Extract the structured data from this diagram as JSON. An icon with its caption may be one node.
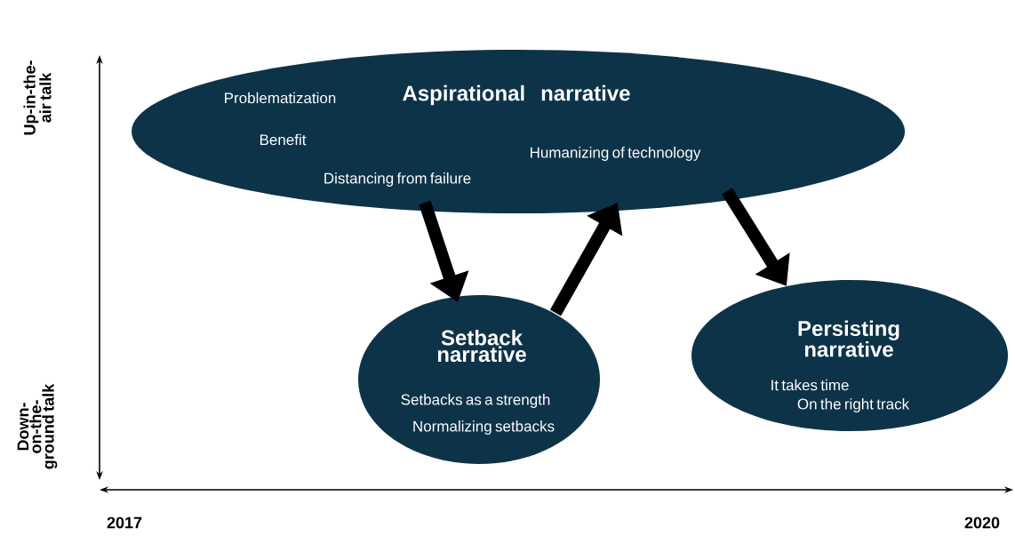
{
  "diagram": {
    "nodes": [
      {
        "text": [
          "Problematization",
          "Aspirational narrative",
          "Benefit",
          "Humanizing of technology",
          "Distancing from  failure"
        ]
      },
      {
        "text": [
          "Setback narrative",
          "Setbacks as a strength",
          "Normalizing setbacks"
        ]
      },
      {
        "text": [
          "Persisting narrative",
          "It takes time",
          "On the right track"
        ]
      }
    ],
    "edges": [
      {
        "from": 0,
        "to": 1,
        "arrow": "to"
      },
      {
        "from": 1,
        "to": 0,
        "arrow": "to"
      },
      {
        "from": 0,
        "to": 2,
        "arrow": "to"
      }
    ],
    "labels": [
      "Up-in-the-air talk",
      "Down-on-the-ground talk",
      "2017",
      "2020"
    ]
  }
}
